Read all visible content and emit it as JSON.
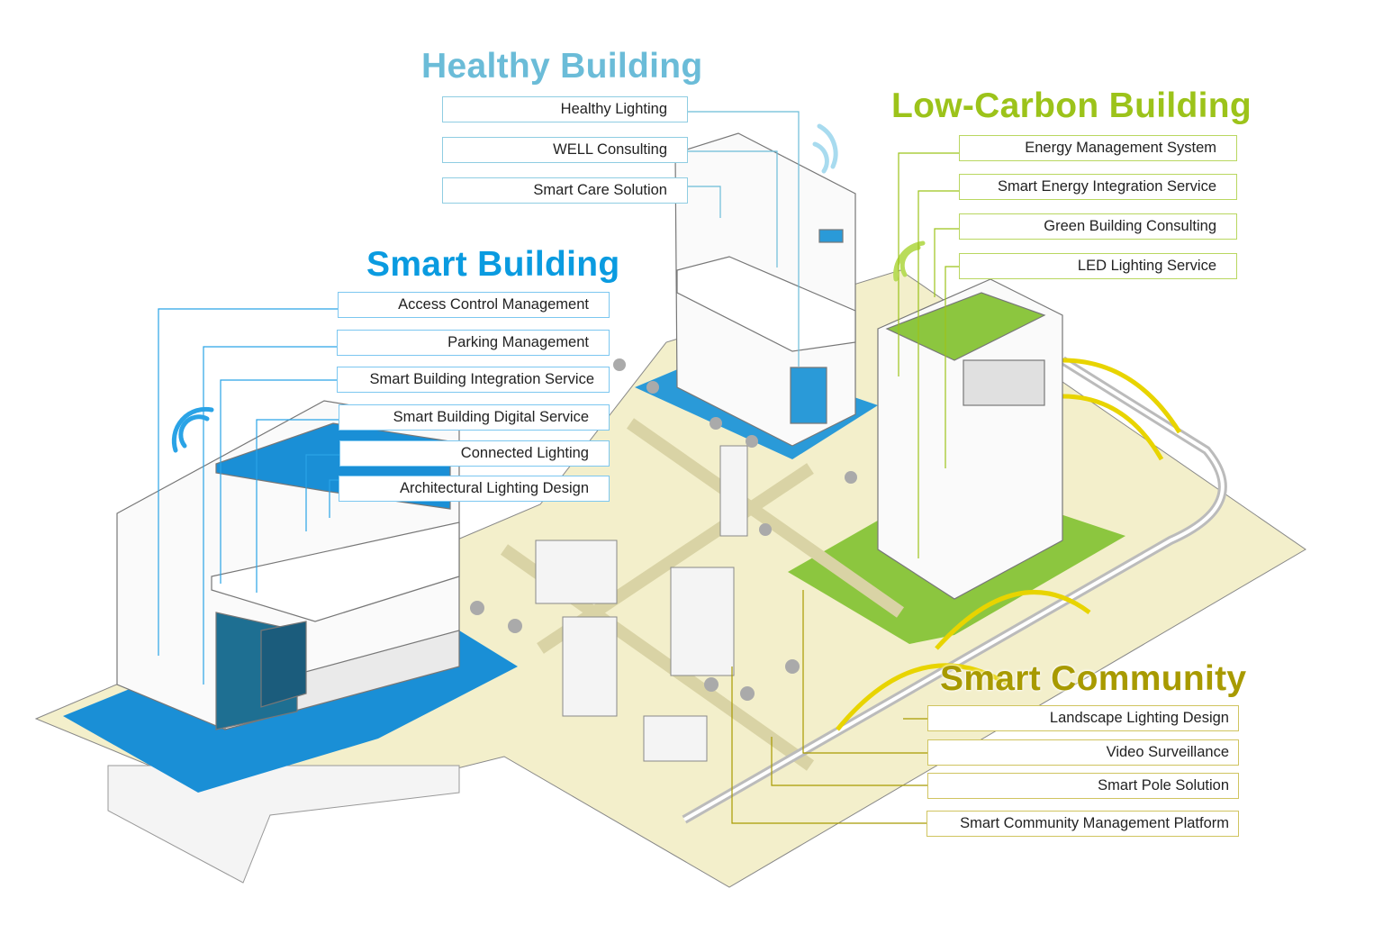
{
  "colors": {
    "smart_building": "#0a9be0",
    "healthy_building": "#6bbcd8",
    "low_carbon_building": "#9cc31a",
    "smart_community": "#a89a00",
    "ground": "#f3efcb",
    "plaza_blue": "#1a8fd6",
    "lawn_green": "#8cc63f"
  },
  "healthy_building": {
    "title": "Healthy Building",
    "items": [
      "Healthy Lighting",
      "WELL Consulting",
      "Smart Care Solution"
    ]
  },
  "low_carbon_building": {
    "title": "Low-Carbon Building",
    "items": [
      "Energy Management System",
      "Smart Energy Integration Service",
      "Green Building Consulting",
      "LED Lighting Service"
    ]
  },
  "smart_building": {
    "title": "Smart Building",
    "items": [
      "Access Control Management",
      "Parking Management",
      "Smart Building Integration Service",
      "Smart Building Digital Service",
      "Connected Lighting",
      "Architectural Lighting Design"
    ]
  },
  "smart_community": {
    "title": "Smart Community",
    "items": [
      "Landscape Lighting Design",
      "Video Surveillance",
      "Smart Pole Solution",
      "Smart Community Management Platform"
    ]
  }
}
